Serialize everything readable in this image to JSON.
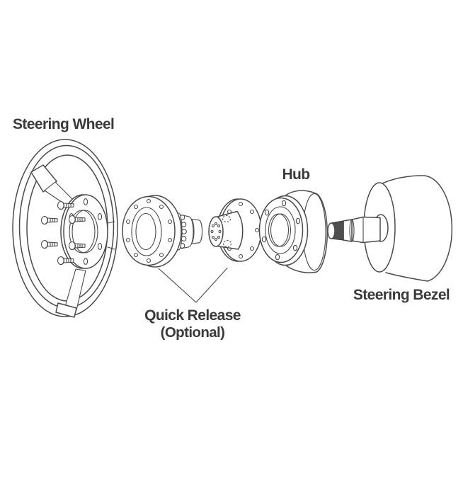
{
  "labels": {
    "steering_wheel": "Steering Wheel",
    "hub": "Hub",
    "quick_release": "Quick Release",
    "quick_release_qualifier": "(Optional)",
    "steering_bezel": "Steering Bezel"
  },
  "colors": {
    "background": "#ffffff",
    "line": "#4a4a4a",
    "text": "#3a3a3a",
    "shaft_spline_fill": "#4f4f4f"
  }
}
